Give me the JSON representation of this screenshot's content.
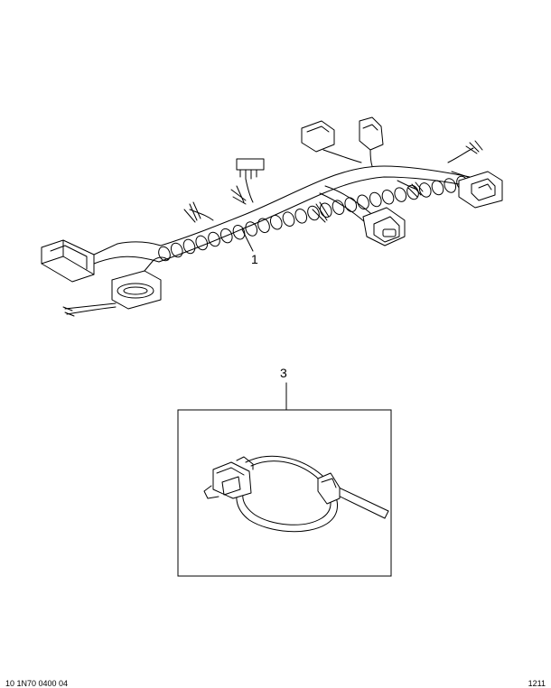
{
  "callouts": {
    "harness": "1",
    "clip": "3"
  },
  "footer": {
    "left": "10 1N70 0400 04",
    "right": "1211"
  }
}
